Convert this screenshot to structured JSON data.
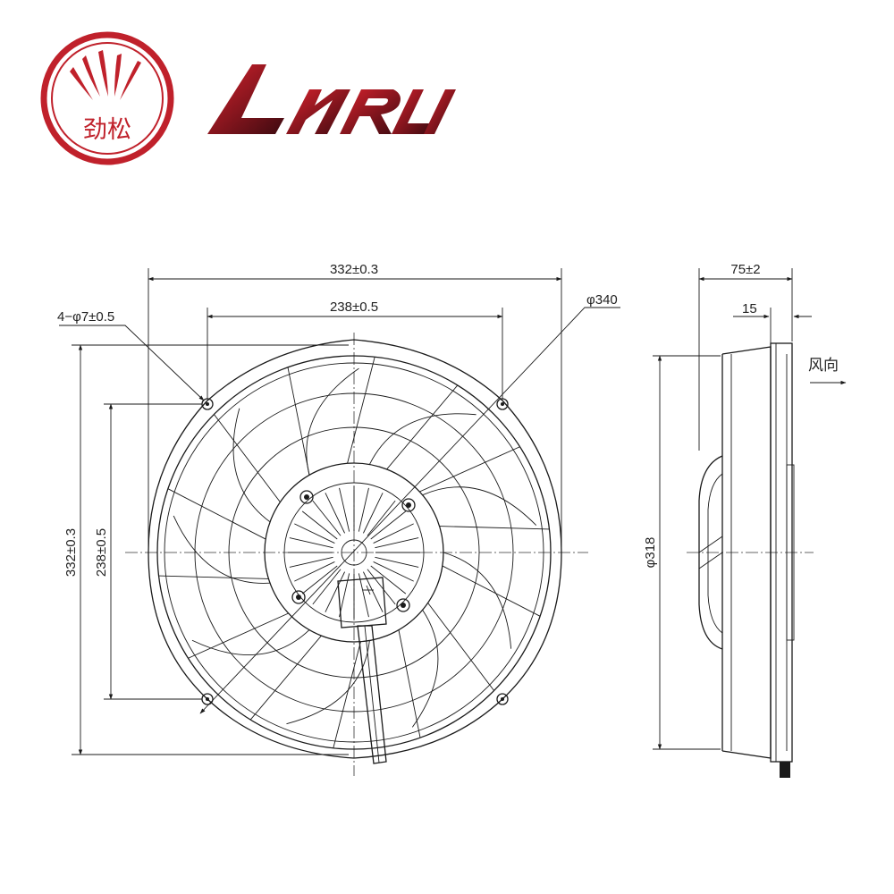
{
  "brand": {
    "seal_text": "劲松",
    "wordmark": "LNRLI",
    "colors": {
      "primary": "#c0212b",
      "dark": "#4a0f14"
    }
  },
  "front_view": {
    "dim_overall_width": "332±0.3",
    "dim_hole_spacing_h": "238±0.5",
    "dim_holes": "4−φ7±0.5",
    "dim_diameter": "φ340",
    "dim_overall_height": "332±0.3",
    "dim_hole_spacing_v": "238±0.5"
  },
  "side_view": {
    "dim_depth": "75±2",
    "dim_flange": "15",
    "dim_diameter": "φ318",
    "airflow_label": "风向"
  }
}
